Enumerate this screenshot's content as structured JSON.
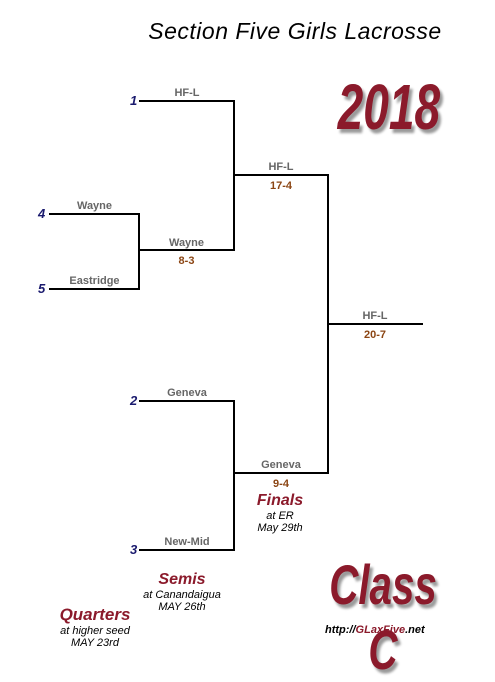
{
  "title": "Section Five Girls Lacrosse",
  "year": "2018",
  "class_label": "Class C",
  "seeds": {
    "s1": "1",
    "s4": "4",
    "s5": "5",
    "s2": "2",
    "s3": "3"
  },
  "quarterfinals": {
    "hfl": "HF-L",
    "wayne": "Wayne",
    "eastridge": "Eastridge",
    "geneva": "Geneva",
    "newmid": "New-Mid"
  },
  "semis_results": {
    "top_winner": "Wayne",
    "top_score": "8-3"
  },
  "semifinals": {
    "top_winner": "HF-L",
    "top_score": "17-4",
    "bottom_winner": "Geneva",
    "bottom_score": "9-4"
  },
  "final": {
    "winner": "HF-L",
    "score": "20-7"
  },
  "rounds": {
    "finals": {
      "title": "Finals",
      "line1": "at ER",
      "line2": "May 29th"
    },
    "semis": {
      "title": "Semis",
      "line1": "at Canandaigua",
      "line2": "MAY 26th"
    },
    "quarters": {
      "title": "Quarters",
      "line1": "at higher seed",
      "line2": "MAY 23rd"
    }
  },
  "website": {
    "prefix": "http://",
    "brand": "GLaxFive",
    "suffix": ".net"
  },
  "colors": {
    "accent": "#8b1a2b",
    "score": "#8b4513",
    "seed": "#1a1a6e",
    "team": "#666666"
  }
}
